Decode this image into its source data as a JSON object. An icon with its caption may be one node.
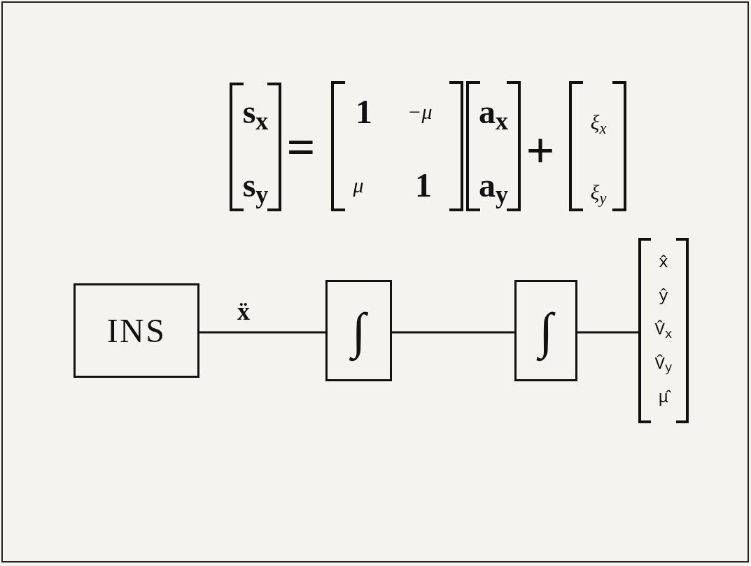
{
  "diagram": {
    "nodes": [
      {
        "text": [
          "INS"
        ]
      },
      {
        "text": [
          "∫"
        ]
      },
      {
        "text": [
          "∫"
        ]
      },
      {
        "text": [
          "x̂",
          "ŷ",
          "V̂$_{x}$",
          "V̂$_{y}$",
          "μ̂"
        ]
      }
    ],
    "edges": [
      {
        "from": 0,
        "to": 1,
        "arrow": "none",
        "label": "ẍ"
      },
      {
        "from": 1,
        "to": 2,
        "arrow": "none"
      },
      {
        "from": 2,
        "to": 3,
        "arrow": "none"
      }
    ],
    "labels": [
      "s$_{x}$",
      "s$_{y}$",
      "=",
      "1",
      "−μ",
      "μ",
      "1",
      "a$_{x}$",
      "a$_{y}$",
      "+",
      "ξ$_{x}$",
      "ξ$_{y}$"
    ]
  }
}
